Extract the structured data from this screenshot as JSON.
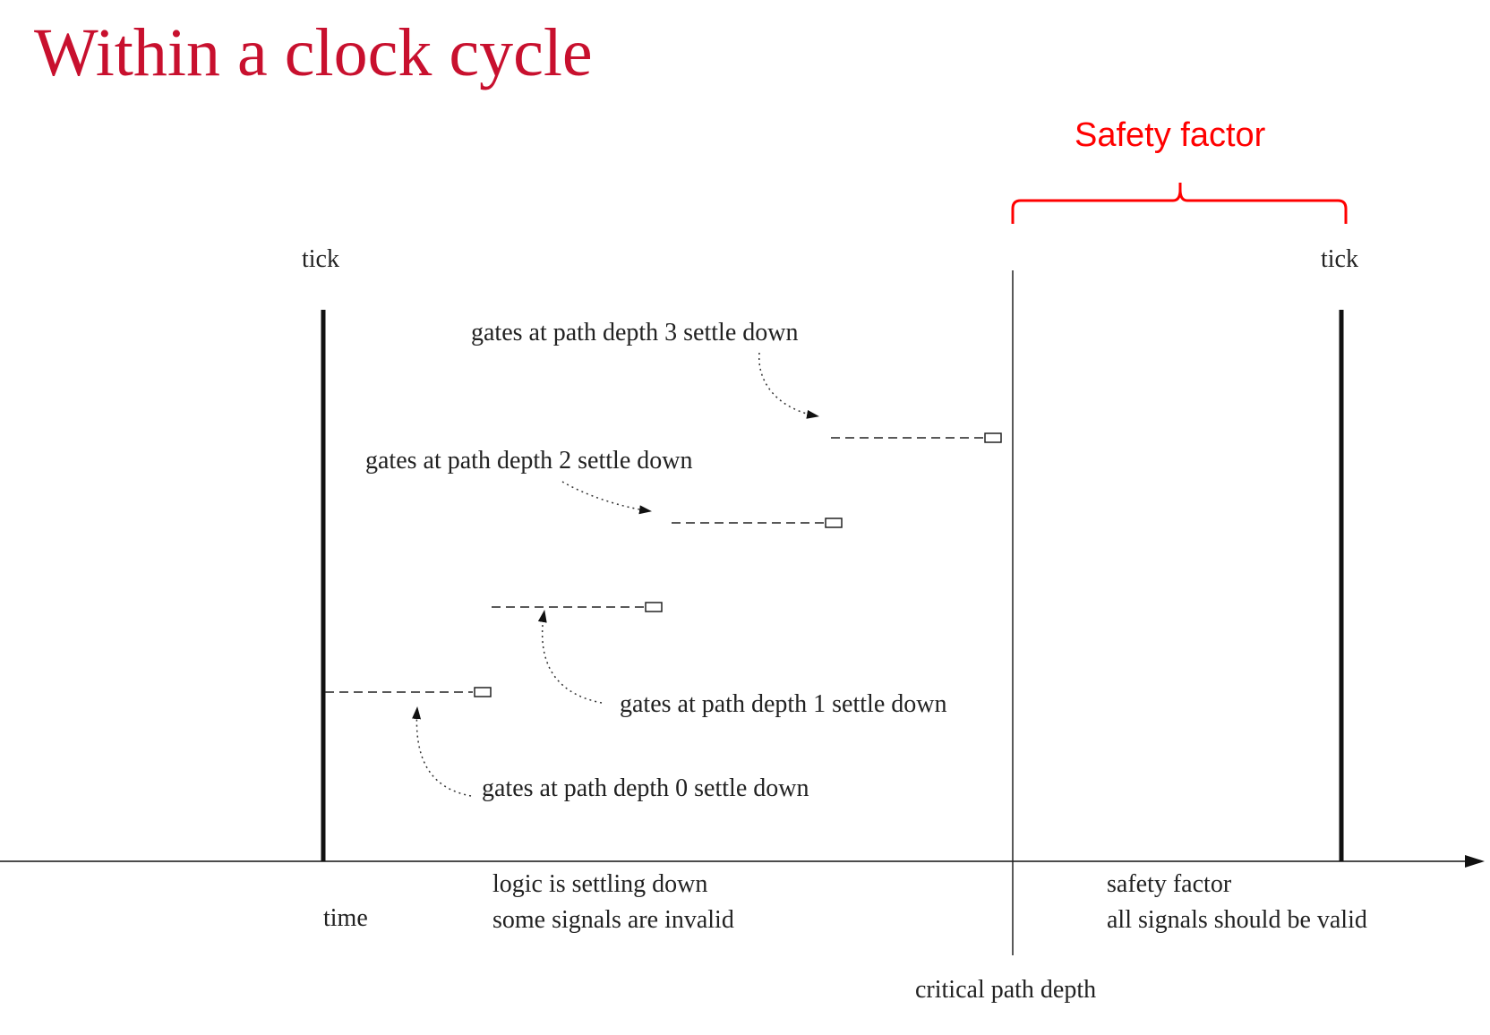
{
  "title": "Within a clock cycle",
  "safety_bracket_label": "Safety factor",
  "ticks": {
    "left": "tick",
    "right": "tick"
  },
  "depth_labels": {
    "d3": "gates at path depth 3 settle down",
    "d2": "gates at path depth 2 settle down",
    "d1": "gates at path depth 1 settle down",
    "d0": "gates at path depth 0 settle down"
  },
  "axis": {
    "time": "time",
    "settling_line1": "logic is settling down",
    "settling_line2": "some signals are invalid",
    "safety_line1": "safety factor",
    "safety_line2": "all signals should be valid",
    "critical": "critical path depth"
  },
  "colors": {
    "title": "#c8102e",
    "bracket": "#ff0000",
    "ink": "#111111"
  }
}
